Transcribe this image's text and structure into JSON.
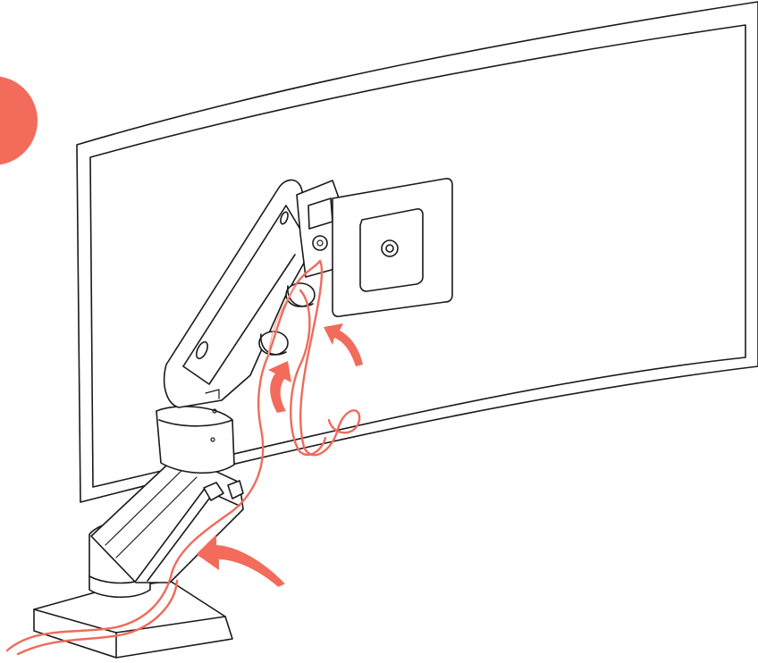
{
  "step_marker": {
    "color": "#f26b5b"
  },
  "colors": {
    "line": "#1a1a1a",
    "cable": "#ee6b5b",
    "arrow": "#f26b5b",
    "background": "#ffffff"
  },
  "icons": [
    "step-circle",
    "curved-arrow",
    "cable",
    "cable-clip",
    "monitor",
    "monitor-arm",
    "desk-clamp-base",
    "vesa-plate"
  ],
  "diagram": {
    "type": "cable-management-illustration",
    "arrow_count": 3,
    "cable_clip_count": 2
  }
}
